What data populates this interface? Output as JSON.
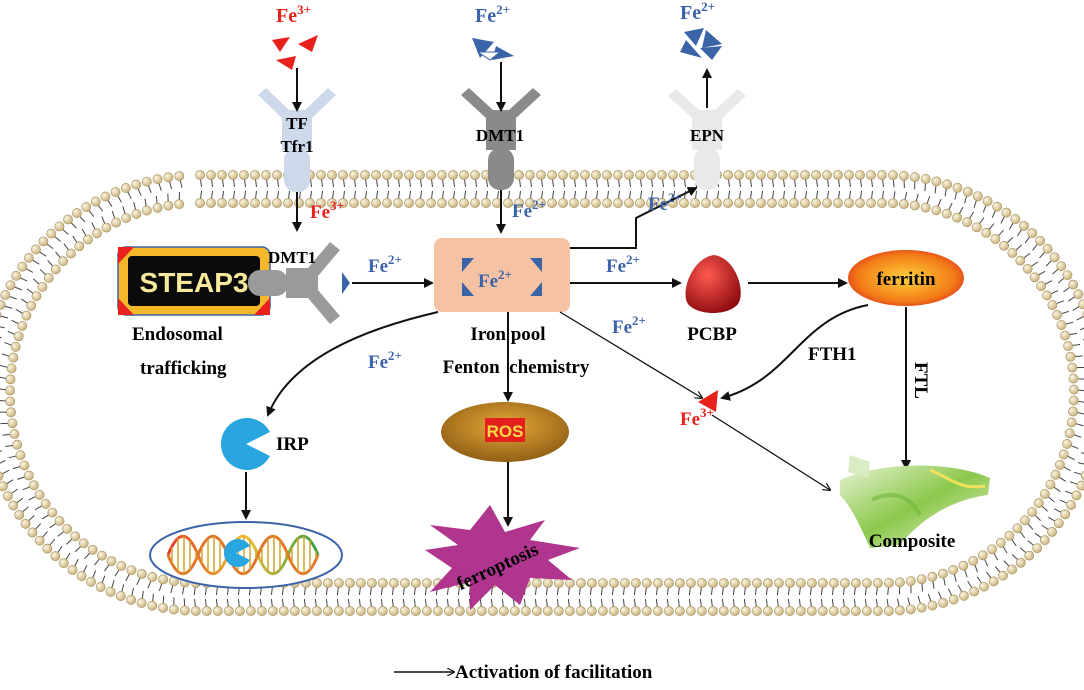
{
  "ions": {
    "fe3_plus": "Fe3+",
    "fe2_plus": "Fe2+"
  },
  "ion_parts": {
    "fe3_base": "Fe",
    "fe3_sup": "3+",
    "fe2_base": "Fe",
    "fe2_sup": "2+"
  },
  "labels": {
    "tf": "TF",
    "tfr1": "Tfr1",
    "dmt1_top": "DMT1",
    "epn": "EPN",
    "dmt1_endosome": "DMT1",
    "steap3": "STEAP3",
    "endosomal": "Endosomal",
    "trafficking": "trafficking",
    "iron_pool_1": "Iron pool",
    "iron_pool_2": "Fenton  chemistry",
    "pcbp": "PCBP",
    "ferritin": "ferritin",
    "fth1": "FTH1",
    "ftl": "FTL",
    "irp": "IRP",
    "ros": "ROS",
    "ferroptosis": "ferroptosis",
    "composite": "Composite"
  },
  "legend": {
    "text": "Activation of facilitation"
  },
  "colors": {
    "fe3": "#e8211c",
    "fe2": "#3b63a8",
    "membrane_head": "#d8c79a",
    "pool": "#f5c3a4",
    "steap3_bg": "#f4b82a",
    "pcbp": "#c8161d",
    "irp": "#29a5e0",
    "ferroptosis": "#b0358f"
  }
}
